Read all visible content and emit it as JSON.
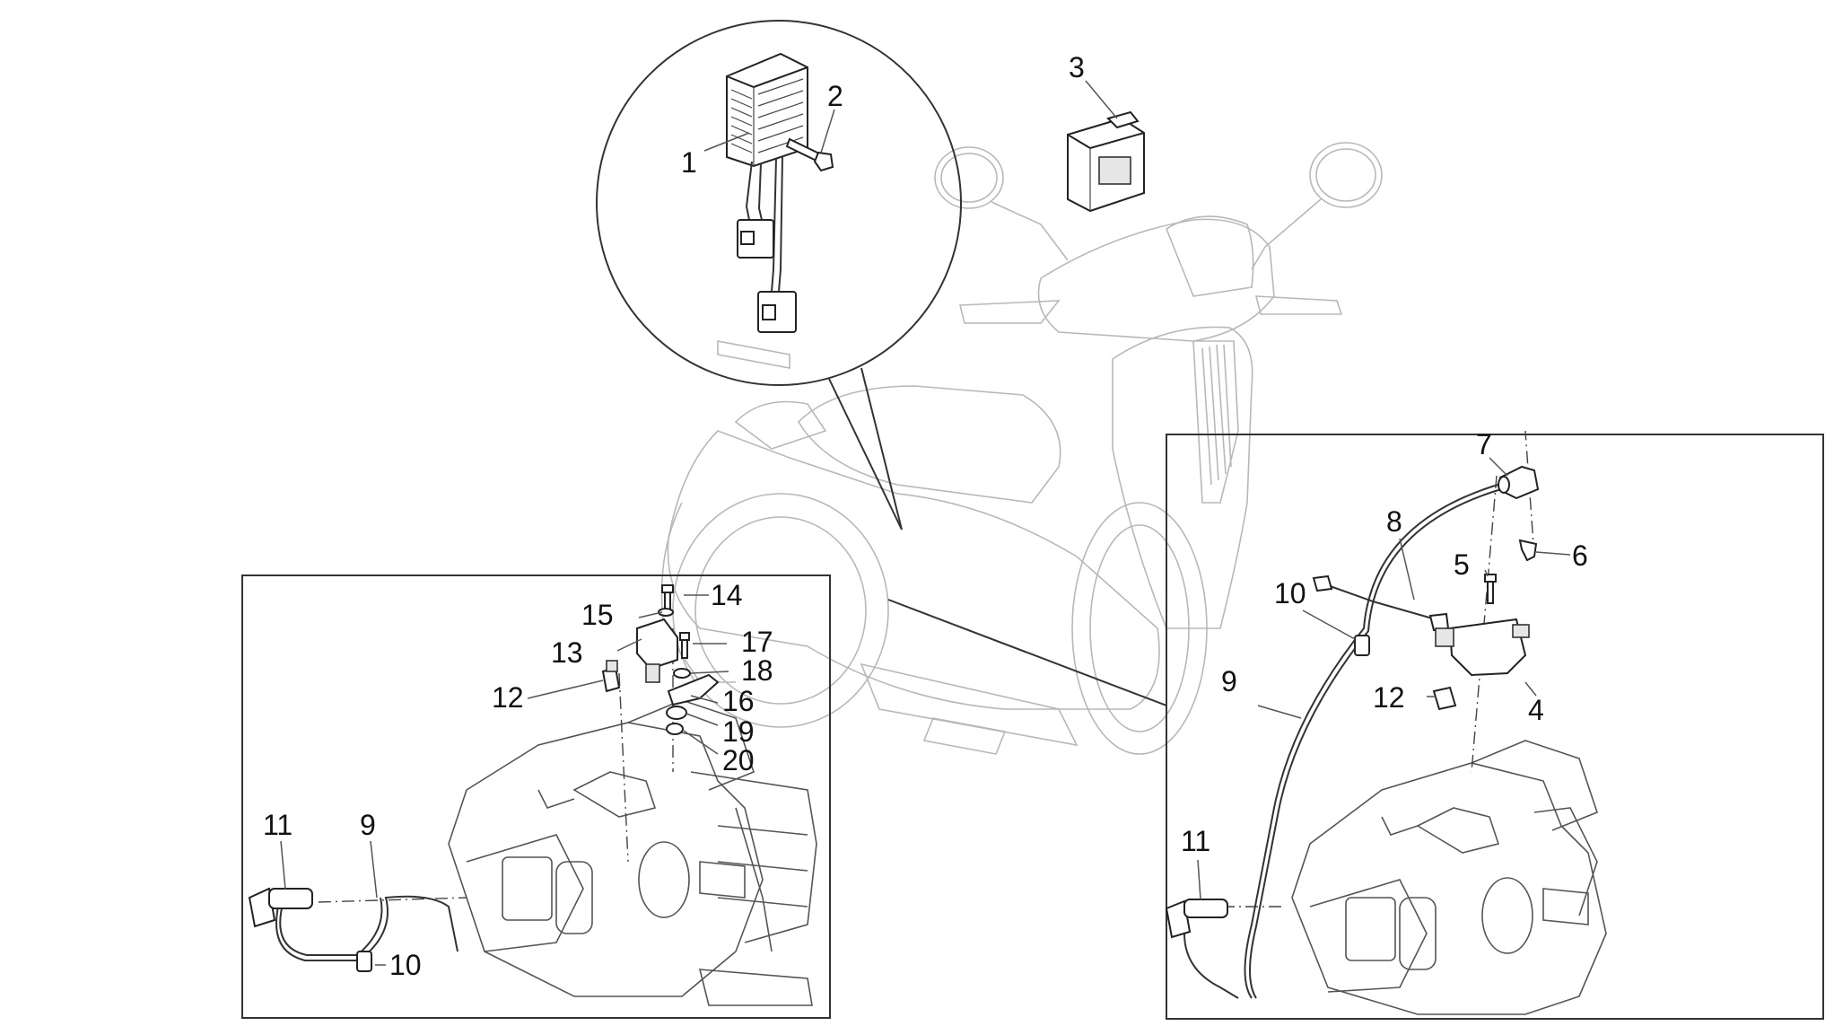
{
  "labels": {
    "top": {
      "p1": "1",
      "p2": "2",
      "p3": "3"
    },
    "left_box": {
      "p9": "9",
      "p10": "10",
      "p11": "11",
      "p12": "12",
      "p13": "13",
      "p14": "14",
      "p15": "15",
      "p16": "16",
      "p17": "17",
      "p18": "18",
      "p19": "19",
      "p20": "20"
    },
    "right_box": {
      "p4": "4",
      "p5": "5",
      "p6": "6",
      "p7": "7",
      "p8": "8",
      "p9": "9",
      "p10": "10",
      "p11": "11",
      "p12": "12"
    }
  }
}
